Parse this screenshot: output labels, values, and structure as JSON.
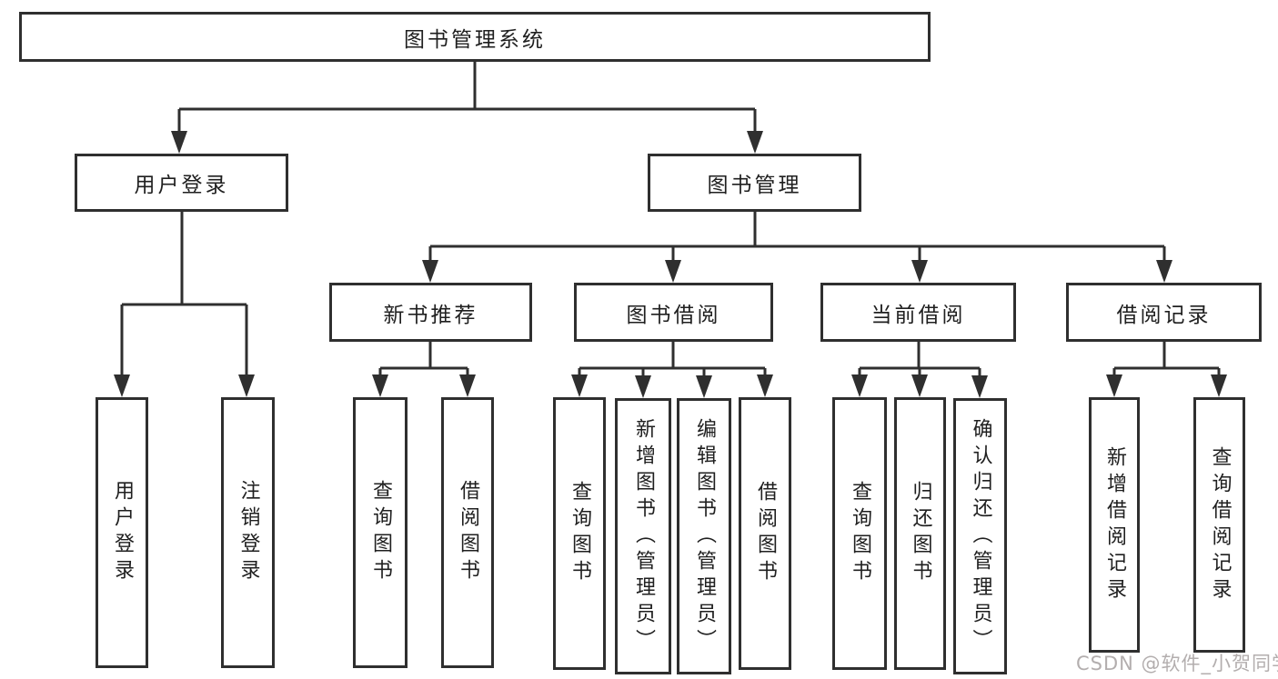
{
  "diagram": {
    "title": "图书管理系统",
    "tree": {
      "root": {
        "label": "图书管理系统"
      },
      "level1": [
        {
          "label": "用户登录"
        },
        {
          "label": "图书管理"
        }
      ],
      "level2": [
        {
          "label": "新书推荐",
          "parent": "图书管理"
        },
        {
          "label": "图书借阅",
          "parent": "图书管理"
        },
        {
          "label": "当前借阅",
          "parent": "图书管理"
        },
        {
          "label": "借阅记录",
          "parent": "图书管理"
        }
      ],
      "leaves": [
        {
          "label": "用户登录",
          "parent": "用户登录"
        },
        {
          "label": "注销登录",
          "parent": "用户登录"
        },
        {
          "label": "查询图书",
          "parent": "新书推荐"
        },
        {
          "label": "借阅图书",
          "parent": "新书推荐"
        },
        {
          "label": "查询图书",
          "parent": "图书借阅"
        },
        {
          "label": "新增图书（管理员）",
          "parent": "图书借阅"
        },
        {
          "label": "编辑图书（管理员）",
          "parent": "图书借阅"
        },
        {
          "label": "借阅图书",
          "parent": "图书借阅"
        },
        {
          "label": "查询图书",
          "parent": "当前借阅"
        },
        {
          "label": "归还图书",
          "parent": "当前借阅"
        },
        {
          "label": "确认归还（管理员）",
          "parent": "当前借阅"
        },
        {
          "label": "新增借阅记录",
          "parent": "借阅记录"
        },
        {
          "label": "查询借阅记录",
          "parent": "借阅记录"
        }
      ]
    },
    "colors": {
      "line": "#2f2f2f",
      "box_border": "#2f2f2f",
      "text": "#1f1f1f",
      "background": "#ffffff",
      "watermark": "#a6a0a0"
    }
  },
  "watermark": {
    "text": "CSDN @软件_小贺同学"
  }
}
